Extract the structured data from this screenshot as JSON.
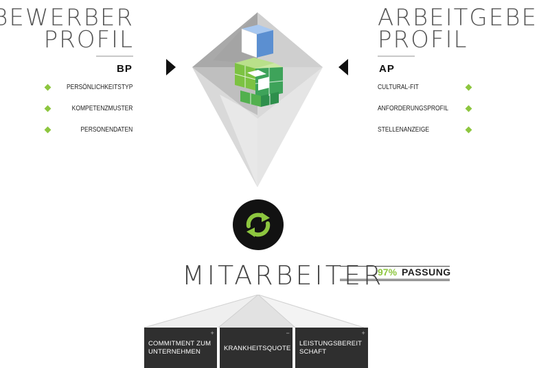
{
  "left": {
    "title_lines": [
      "BEWERBER",
      "PROFIL"
    ],
    "code": "BP",
    "items": [
      "PERSÖNLICHKEITSTYP",
      "KOMPETENZMUSTER",
      "PERSONENDATEN"
    ],
    "arrow_icon": "triangle-right-icon"
  },
  "right": {
    "title_lines": [
      "ARBEITGEBER",
      "PROFIL"
    ],
    "code": "AP",
    "items": [
      "CULTURAL-FIT",
      "ANFORDERUNGSPROFIL",
      "STELLENANZEIGE"
    ],
    "arrow_icon": "triangle-left-icon"
  },
  "center": {
    "cycle_icon": "sync-arrows-icon",
    "cube_icon": "cube-stack-icon"
  },
  "result": {
    "title": "MITARBEITER",
    "passung_percent": "97%",
    "passung_label": "PASSUNG"
  },
  "outcomes": [
    {
      "label": "COMMITMENT ZUM UNTERNEHMEN",
      "marker": "+"
    },
    {
      "label": "KRANKHEITSQUOTE",
      "marker": "−"
    },
    {
      "label": "LEISTUNGSBEREIT SCHAFT",
      "marker": "+"
    }
  ],
  "colors": {
    "accent_green": "#8dc63f",
    "cube_blue": "#5b8fd1",
    "dark": "#121212",
    "box_bg": "#2f2f2f"
  }
}
